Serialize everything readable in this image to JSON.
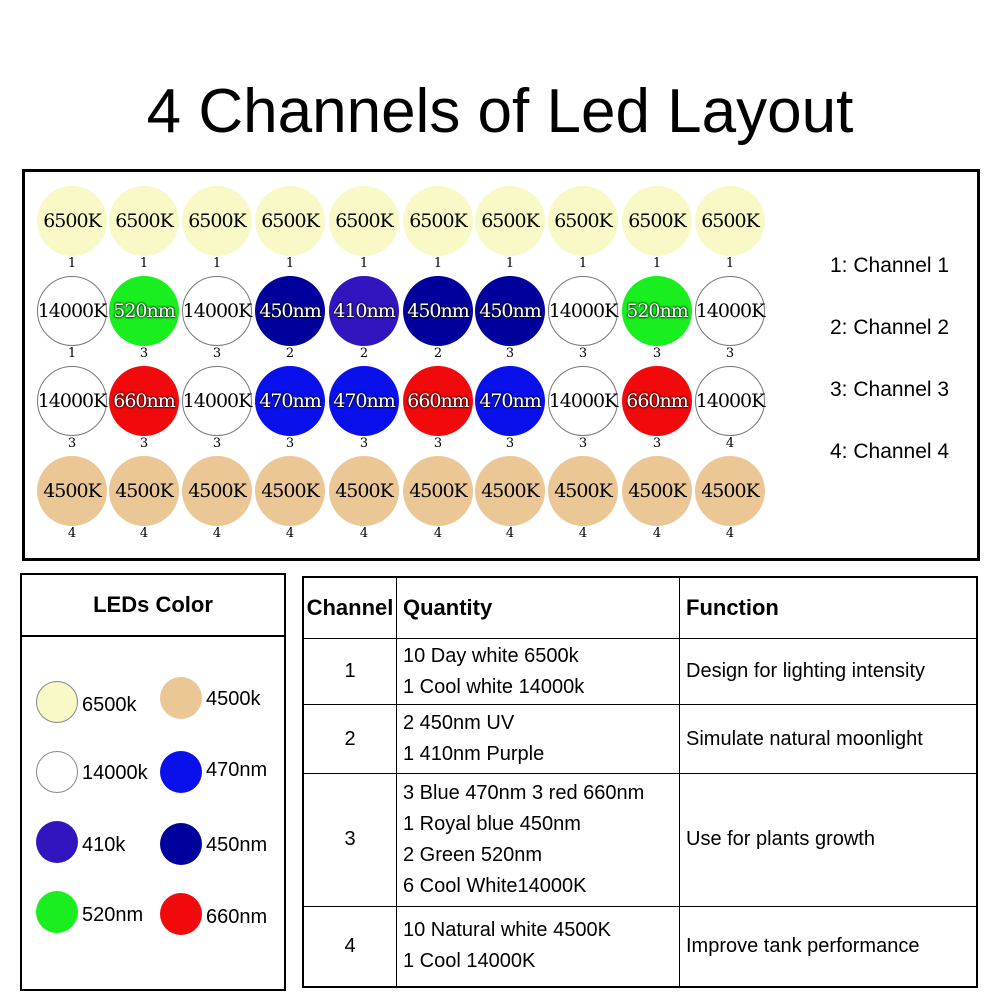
{
  "title": "4 Channels of Led Layout",
  "colors": {
    "pale_yellow": "#f8f9c6",
    "white": "#ffffff",
    "green": "#19ee1f",
    "royal_blue": "#00009c",
    "purple": "#3315c0",
    "blue": "#0a10ec",
    "red": "#f1090c",
    "tan": "#ebc796"
  },
  "grid": [
    [
      {
        "label": "6500K",
        "color": "pale_yellow",
        "channel": "1"
      },
      {
        "label": "6500K",
        "color": "pale_yellow",
        "channel": "1"
      },
      {
        "label": "6500K",
        "color": "pale_yellow",
        "channel": "1"
      },
      {
        "label": "6500K",
        "color": "pale_yellow",
        "channel": "1"
      },
      {
        "label": "6500K",
        "color": "pale_yellow",
        "channel": "1"
      },
      {
        "label": "6500K",
        "color": "pale_yellow",
        "channel": "1"
      },
      {
        "label": "6500K",
        "color": "pale_yellow",
        "channel": "1"
      },
      {
        "label": "6500K",
        "color": "pale_yellow",
        "channel": "1"
      },
      {
        "label": "6500K",
        "color": "pale_yellow",
        "channel": "1"
      },
      {
        "label": "6500K",
        "color": "pale_yellow",
        "channel": "1"
      }
    ],
    [
      {
        "label": "14000K",
        "color": "white",
        "channel": "1"
      },
      {
        "label": "520nm",
        "color": "green",
        "channel": "3"
      },
      {
        "label": "14000K",
        "color": "white",
        "channel": "3"
      },
      {
        "label": "450nm",
        "color": "royal_blue",
        "channel": "2"
      },
      {
        "label": "410nm",
        "color": "purple",
        "channel": "2"
      },
      {
        "label": "450nm",
        "color": "royal_blue",
        "channel": "2"
      },
      {
        "label": "450nm",
        "color": "royal_blue",
        "channel": "3"
      },
      {
        "label": "14000K",
        "color": "white",
        "channel": "3"
      },
      {
        "label": "520nm",
        "color": "green",
        "channel": "3"
      },
      {
        "label": "14000K",
        "color": "white",
        "channel": "3"
      }
    ],
    [
      {
        "label": "14000K",
        "color": "white",
        "channel": "3"
      },
      {
        "label": "660nm",
        "color": "red",
        "channel": "3"
      },
      {
        "label": "14000K",
        "color": "white",
        "channel": "3"
      },
      {
        "label": "470nm",
        "color": "blue",
        "channel": "3"
      },
      {
        "label": "470nm",
        "color": "blue",
        "channel": "3"
      },
      {
        "label": "660nm",
        "color": "red",
        "channel": "3"
      },
      {
        "label": "470nm",
        "color": "blue",
        "channel": "3"
      },
      {
        "label": "14000K",
        "color": "white",
        "channel": "3"
      },
      {
        "label": "660nm",
        "color": "red",
        "channel": "3"
      },
      {
        "label": "14000K",
        "color": "white",
        "channel": "4"
      }
    ],
    [
      {
        "label": "4500K",
        "color": "tan",
        "channel": "4"
      },
      {
        "label": "4500K",
        "color": "tan",
        "channel": "4"
      },
      {
        "label": "4500K",
        "color": "tan",
        "channel": "4"
      },
      {
        "label": "4500K",
        "color": "tan",
        "channel": "4"
      },
      {
        "label": "4500K",
        "color": "tan",
        "channel": "4"
      },
      {
        "label": "4500K",
        "color": "tan",
        "channel": "4"
      },
      {
        "label": "4500K",
        "color": "tan",
        "channel": "4"
      },
      {
        "label": "4500K",
        "color": "tan",
        "channel": "4"
      },
      {
        "label": "4500K",
        "color": "tan",
        "channel": "4"
      },
      {
        "label": "4500K",
        "color": "tan",
        "channel": "4"
      }
    ]
  ],
  "channel_legend": [
    "1: Channel 1",
    "2: Channel 2",
    "3: Channel 3",
    "4: Channel 4"
  ],
  "leds_color": {
    "title": "LEDs Color",
    "items": [
      {
        "label": "6500k",
        "color": "pale_yellow"
      },
      {
        "label": "4500k",
        "color": "tan"
      },
      {
        "label": "14000k",
        "color": "white"
      },
      {
        "label": "470nm",
        "color": "blue"
      },
      {
        "label": "410k",
        "color": "purple"
      },
      {
        "label": "450nm",
        "color": "royal_blue"
      },
      {
        "label": "520nm",
        "color": "green"
      },
      {
        "label": "660nm",
        "color": "red"
      }
    ]
  },
  "table": {
    "headers": [
      "Channel",
      "Quantity",
      "Function"
    ],
    "rows": [
      {
        "channel": "1",
        "quantity": [
          "10 Day white 6500k",
          "1 Cool white 14000k"
        ],
        "function": "Design for lighting intensity"
      },
      {
        "channel": "2",
        "quantity": [
          "2 450nm UV",
          "1 410nm Purple"
        ],
        "function": "Simulate natural moonlight"
      },
      {
        "channel": "3",
        "quantity": [
          "3 Blue 470nm 3 red 660nm",
          "1 Royal blue 450nm",
          "2 Green 520nm",
          "6 Cool White14000K"
        ],
        "function": "Use for plants growth"
      },
      {
        "channel": "4",
        "quantity": [
          "10 Natural white 4500K",
          "1 Cool 14000K"
        ],
        "function": "Improve tank performance"
      }
    ]
  }
}
